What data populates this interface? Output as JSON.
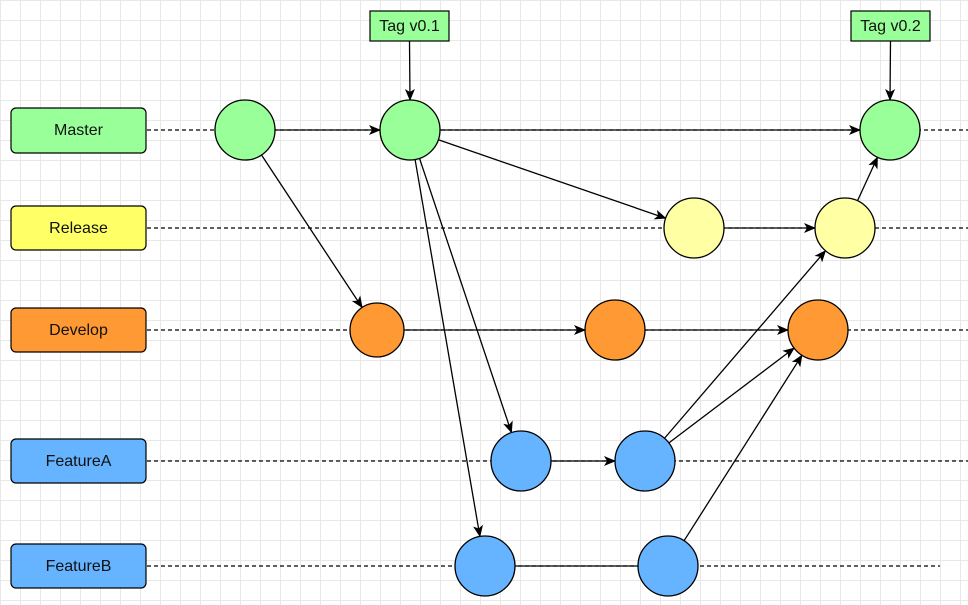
{
  "branches": [
    {
      "id": "master",
      "label": "Master",
      "fill": "#99ff99",
      "commit_fill": "#99ff99"
    },
    {
      "id": "release",
      "label": "Release",
      "fill": "#ffff66",
      "commit_fill": "#ffffa3"
    },
    {
      "id": "develop",
      "label": "Develop",
      "fill": "#ff9933",
      "commit_fill": "#ff9933"
    },
    {
      "id": "featureA",
      "label": "FeatureA",
      "fill": "#66b3ff",
      "commit_fill": "#66b3ff"
    },
    {
      "id": "featureB",
      "label": "FeatureB",
      "fill": "#66b3ff",
      "commit_fill": "#66b3ff"
    }
  ],
  "tags": [
    {
      "label": "Tag v0.1",
      "fill": "#99ff99",
      "points_to": "m2"
    },
    {
      "label": "Tag v0.2",
      "fill": "#99ff99",
      "points_to": "m3"
    }
  ],
  "commits": [
    {
      "id": "m1",
      "branch": "master"
    },
    {
      "id": "m2",
      "branch": "master"
    },
    {
      "id": "m3",
      "branch": "master"
    },
    {
      "id": "r1",
      "branch": "release"
    },
    {
      "id": "r2",
      "branch": "release"
    },
    {
      "id": "d1",
      "branch": "develop"
    },
    {
      "id": "d2",
      "branch": "develop"
    },
    {
      "id": "d3",
      "branch": "develop"
    },
    {
      "id": "fa1",
      "branch": "featureA"
    },
    {
      "id": "fa2",
      "branch": "featureA"
    },
    {
      "id": "fb1",
      "branch": "featureB"
    },
    {
      "id": "fb2",
      "branch": "featureB"
    }
  ],
  "edges": [
    {
      "from": "m1",
      "to": "m2",
      "arrow": true
    },
    {
      "from": "m2",
      "to": "m3",
      "arrow": true
    },
    {
      "from": "m1",
      "to": "d1",
      "arrow": true
    },
    {
      "from": "m2",
      "to": "r1",
      "arrow": true
    },
    {
      "from": "m2",
      "to": "fa1",
      "arrow": true
    },
    {
      "from": "m2",
      "to": "fb1",
      "arrow": true
    },
    {
      "from": "r1",
      "to": "r2",
      "arrow": true
    },
    {
      "from": "r2",
      "to": "m3",
      "arrow": true
    },
    {
      "from": "d1",
      "to": "d2",
      "arrow": true
    },
    {
      "from": "d2",
      "to": "d3",
      "arrow": true
    },
    {
      "from": "fa1",
      "to": "fa2",
      "arrow": true
    },
    {
      "from": "fa2",
      "to": "r2",
      "arrow": true
    },
    {
      "from": "fa2",
      "to": "d3",
      "arrow": true
    },
    {
      "from": "fb1",
      "to": "fb2",
      "arrow": false
    },
    {
      "from": "fb2",
      "to": "d3",
      "arrow": true
    }
  ]
}
